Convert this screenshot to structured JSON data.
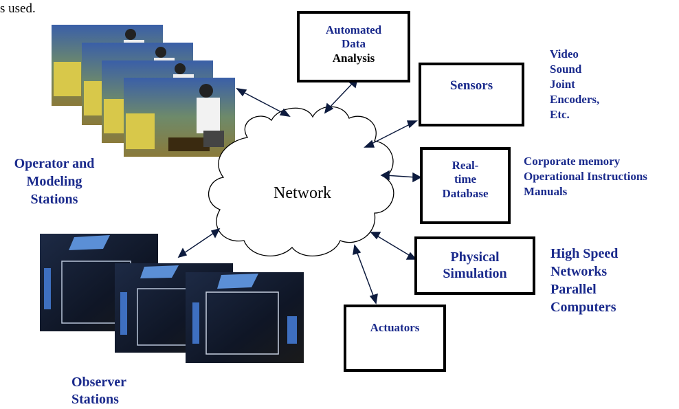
{
  "header_fragment": "s used.",
  "cloud_label": "Network",
  "boxes": {
    "automated": [
      "Automated",
      "Data",
      "Analysis"
    ],
    "sensors": "Sensors",
    "database": [
      "Real-",
      "time",
      "Database"
    ],
    "physical": [
      "Physical",
      "Simulation"
    ],
    "actuators": "Actuators"
  },
  "side_labels": {
    "sensors": [
      "Video",
      "Sound",
      "Joint",
      "Encoders,",
      "Etc."
    ],
    "database": [
      "Corporate memory",
      "Operational Instructions",
      "Manuals"
    ],
    "physical": [
      "High Speed",
      "Networks",
      "Parallel",
      "Computers"
    ],
    "operator": [
      "Operator and",
      "Modeling",
      "Stations"
    ],
    "observer": [
      "Observer",
      "Stations"
    ]
  },
  "colors": {
    "label_blue": "#1a2a8c",
    "arrow": "#0d1b3e",
    "box_border": "#000000"
  }
}
